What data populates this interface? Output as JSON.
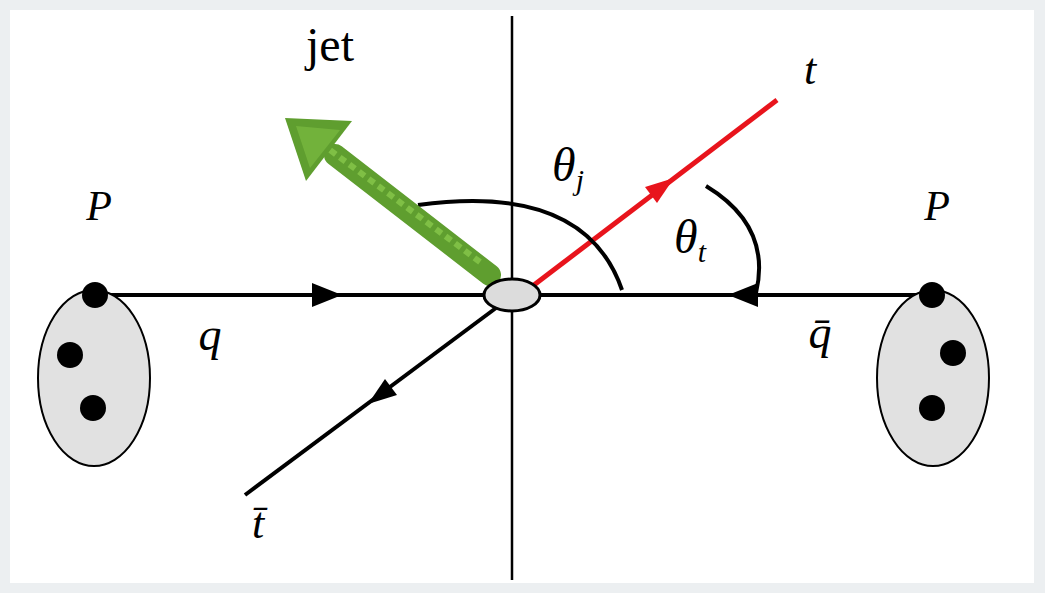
{
  "diagram": {
    "nodes": [
      {
        "text": [
          "P"
        ]
      },
      {
        "text": [
          "P"
        ]
      }
    ],
    "labels": [
      "jet",
      "θj",
      "t",
      "θt",
      "q",
      "q̄",
      "t̄"
    ]
  }
}
